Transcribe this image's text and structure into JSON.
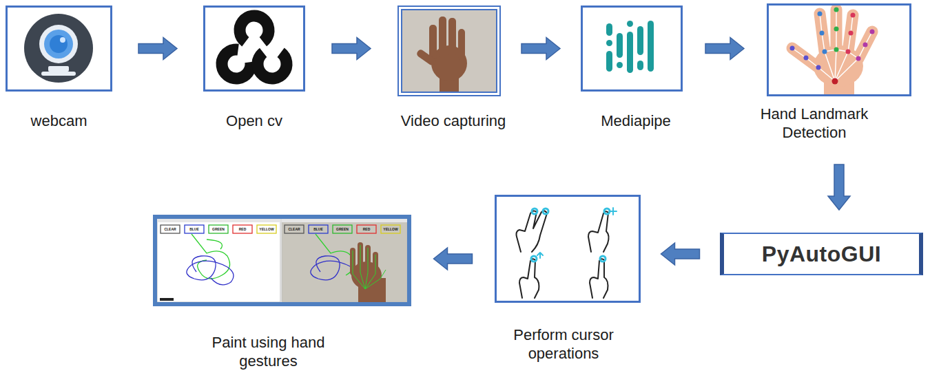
{
  "diagram": {
    "nodes": [
      {
        "text": [
          "webcam"
        ]
      },
      {
        "text": [
          "Open cv"
        ]
      },
      {
        "text": [
          "Video capturing"
        ]
      },
      {
        "text": [
          "Mediapipe"
        ]
      },
      {
        "text": [
          "Hand Landmark Detection"
        ]
      },
      {
        "text": [
          "PyAutoGUI"
        ]
      },
      {
        "text": [
          "Perform cursor operations"
        ]
      },
      {
        "text": [
          "Paint using hand gestures"
        ]
      }
    ],
    "edges": [
      {
        "from": 0,
        "to": 1,
        "arrow": "to"
      },
      {
        "from": 1,
        "to": 2,
        "arrow": "to"
      },
      {
        "from": 2,
        "to": 3,
        "arrow": "to"
      },
      {
        "from": 3,
        "to": 4,
        "arrow": "to"
      },
      {
        "from": 4,
        "to": 5,
        "arrow": "to"
      },
      {
        "from": 5,
        "to": 6,
        "arrow": "to"
      },
      {
        "from": 6,
        "to": 7,
        "arrow": "to"
      }
    ],
    "labels": [
      "CLEAR",
      "BLUE",
      "GREEN",
      "RED",
      "YELLOW",
      "CLEAR",
      "BLUE",
      "GREEN",
      "RED",
      "YELLOW"
    ]
  }
}
